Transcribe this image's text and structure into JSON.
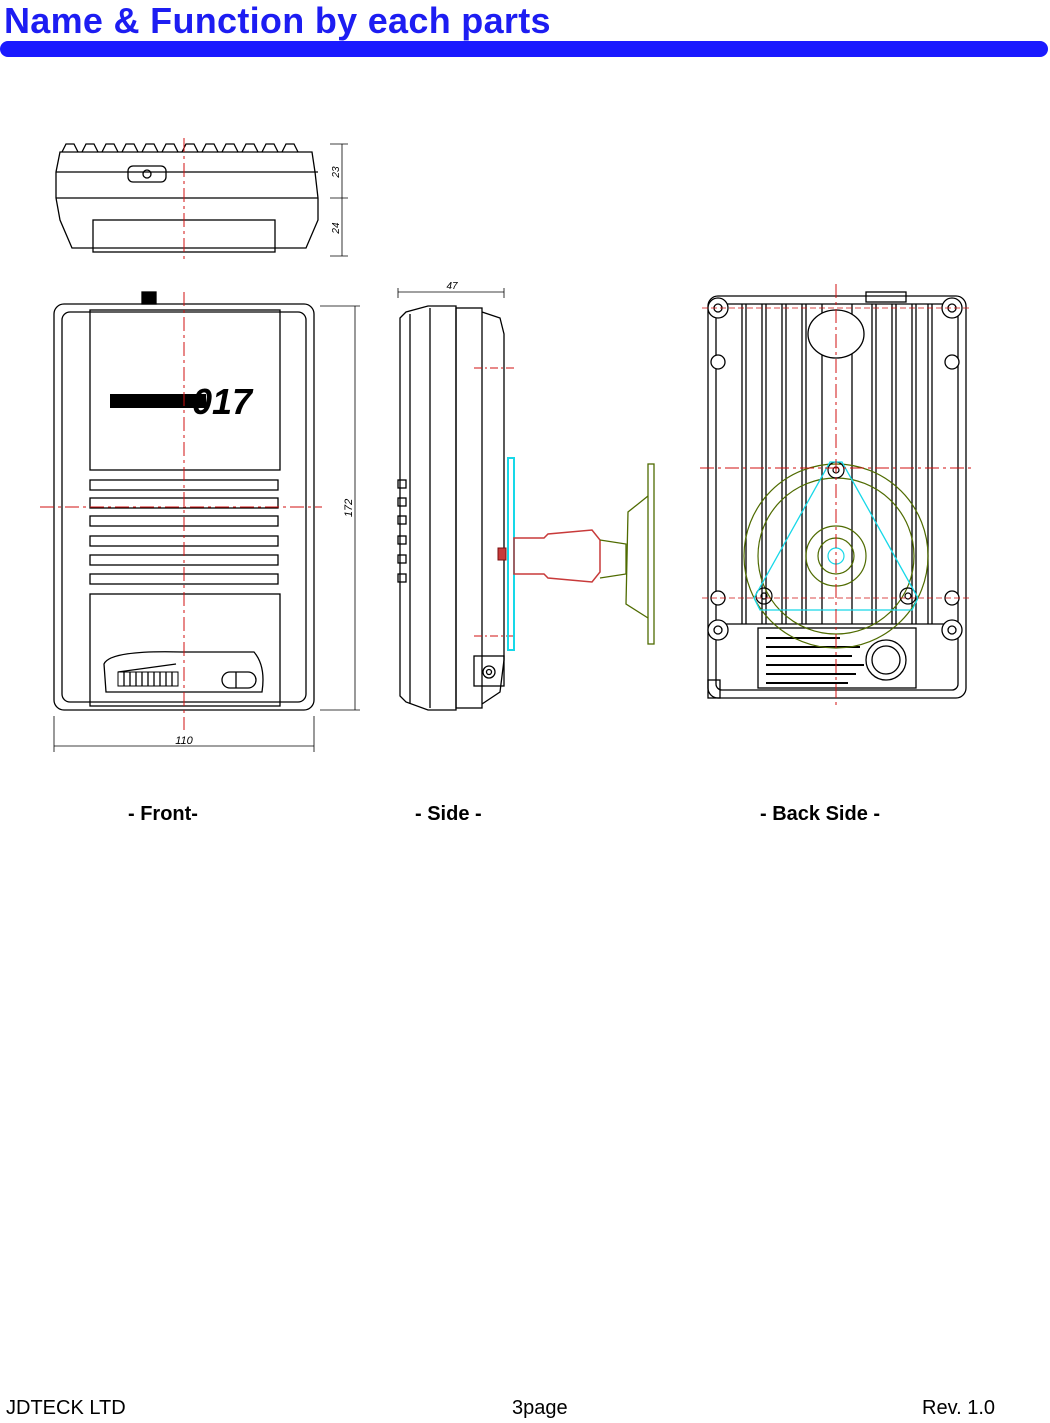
{
  "header": {
    "title": "Name & Function by each parts"
  },
  "drawing": {
    "dimensions": {
      "top_depth_a": "23",
      "top_depth_b": "24",
      "height": "172",
      "width": "110",
      "side_depth": "47"
    },
    "logo_text": "017",
    "colors": {
      "outline": "#000000",
      "centerline": "#d01010",
      "bracket": "#4f6b00",
      "plate": "#17d8e8",
      "accent": "#c83a3a"
    }
  },
  "captions": {
    "front": "- Front-",
    "side": "- Side -",
    "back": "- Back Side -"
  },
  "footer": {
    "company": "JDTECK LTD",
    "page": "3page",
    "revision": "Rev. 1.0"
  }
}
